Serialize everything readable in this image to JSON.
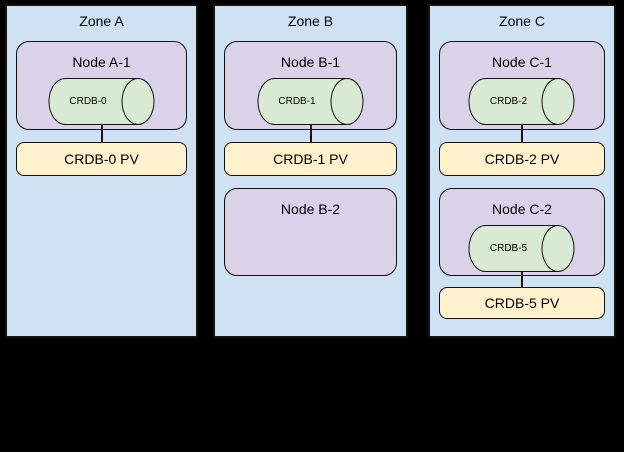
{
  "diagram": {
    "background": "#000000",
    "colors": {
      "zone_fill": "#cfe2f3",
      "node_fill": "#d9d2e9",
      "cylinder_fill": "#d9ead3",
      "pv_fill": "#fff2cc",
      "border": "#111111",
      "text": "#000000"
    },
    "zones": [
      {
        "title": "Zone A",
        "nodes": [
          {
            "label": "Node A-1",
            "pod": "CRDB-0",
            "pv": "CRDB-0 PV"
          }
        ]
      },
      {
        "title": "Zone B",
        "nodes": [
          {
            "label": "Node B-1",
            "pod": "CRDB-1",
            "pv": "CRDB-1 PV"
          },
          {
            "label": "Node B-2"
          }
        ]
      },
      {
        "title": "Zone C",
        "nodes": [
          {
            "label": "Node C-1",
            "pod": "CRDB-2",
            "pv": "CRDB-2 PV"
          },
          {
            "label": "Node C-2",
            "pod": "CRDB-5",
            "pv": "CRDB-5 PV"
          }
        ]
      }
    ]
  }
}
